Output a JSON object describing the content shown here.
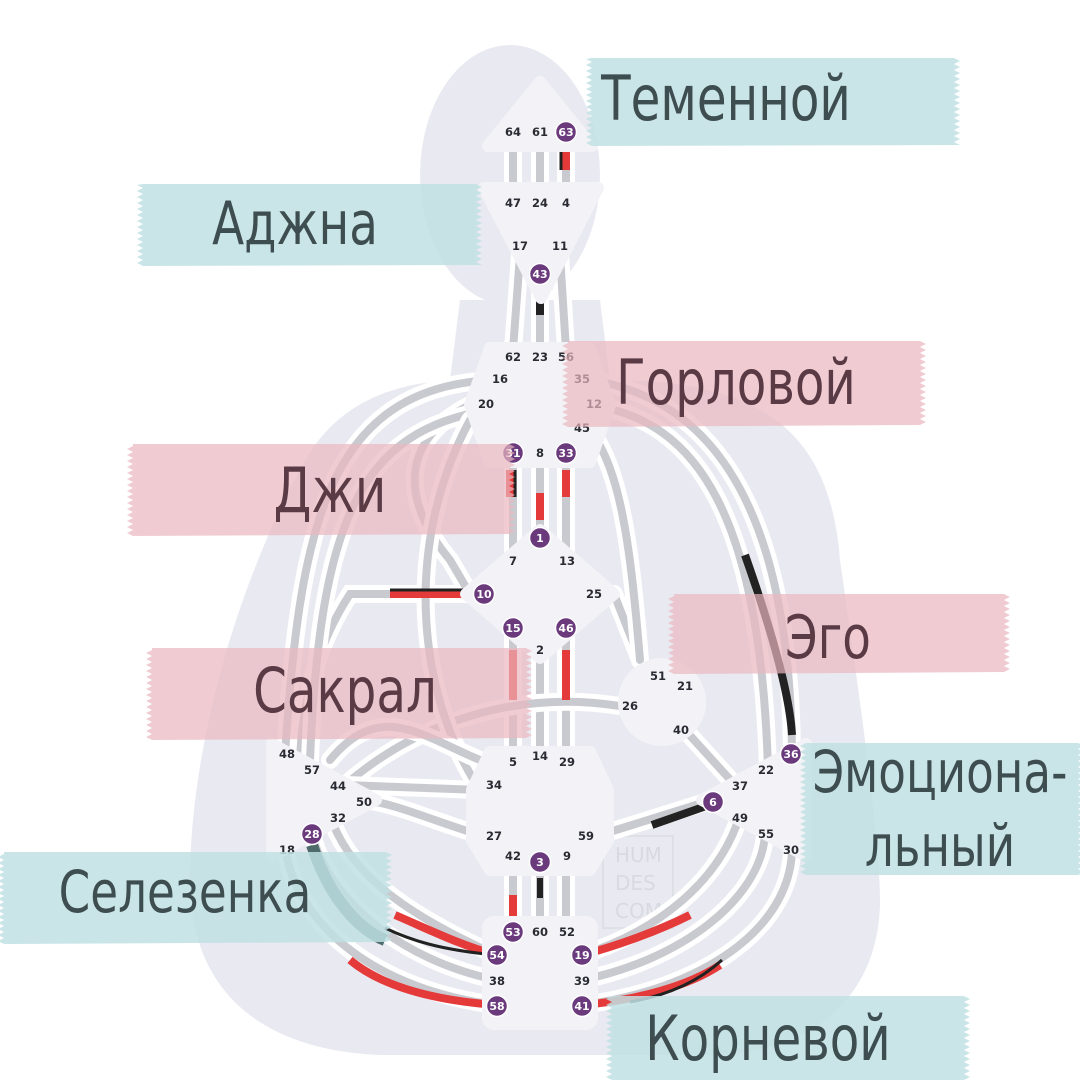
{
  "colors": {
    "silhouette": "#e9e9f1",
    "channel_outer": "#ffffff",
    "channel_inner": "#c9cacf",
    "red": "#e53a3a",
    "black": "#222222",
    "spleen_channel": "#4e6a6a",
    "center_fill": "#f3f3f7",
    "gate_active": "#6a3a7c",
    "tag_blue": "#bfe1e3",
    "tag_blue_text": "#3e4d50",
    "tag_pink": "#eab7bf",
    "tag_pink_text": "#5a3a44"
  },
  "labels": {
    "head": "Теменной",
    "ajna": "Аджна",
    "throat": "Горловой",
    "g": "Джи",
    "ego": "Эго",
    "sacral": "Сакрал",
    "solar_line1": "Эмоциона-",
    "solar_line2": "льный",
    "spleen": "Селезенка",
    "root": "Корневой"
  },
  "watermark": [
    "HUM",
    "DES",
    "COM"
  ],
  "centers": {
    "head": {
      "gates": [
        "64",
        "61",
        "63"
      ],
      "active": [
        "63"
      ]
    },
    "ajna": {
      "gates": [
        "47",
        "24",
        "4",
        "17",
        "11",
        "43"
      ],
      "active": [
        "43"
      ]
    },
    "throat": {
      "gates": [
        "62",
        "23",
        "56",
        "16",
        "35",
        "20",
        "12",
        "45",
        "31",
        "8",
        "33"
      ],
      "active": [
        "31",
        "33"
      ]
    },
    "g": {
      "gates": [
        "1",
        "7",
        "13",
        "10",
        "25",
        "15",
        "46",
        "2"
      ],
      "active": [
        "1",
        "10",
        "15",
        "46"
      ]
    },
    "ego": {
      "gates": [
        "51",
        "21",
        "26",
        "40"
      ],
      "active": []
    },
    "sacral": {
      "gates": [
        "5",
        "14",
        "29",
        "34",
        "27",
        "59",
        "42",
        "3",
        "9"
      ],
      "active": [
        "3"
      ]
    },
    "spleen": {
      "gates": [
        "48",
        "57",
        "44",
        "50",
        "32",
        "28",
        "18"
      ],
      "active": [
        "28"
      ]
    },
    "solar": {
      "gates": [
        "36",
        "22",
        "37",
        "6",
        "49",
        "55",
        "30"
      ],
      "active": [
        "36",
        "6"
      ]
    },
    "root": {
      "gates": [
        "53",
        "60",
        "52",
        "54",
        "19",
        "38",
        "39",
        "58",
        "41"
      ],
      "active": [
        "53",
        "54",
        "19",
        "58",
        "41"
      ]
    }
  }
}
